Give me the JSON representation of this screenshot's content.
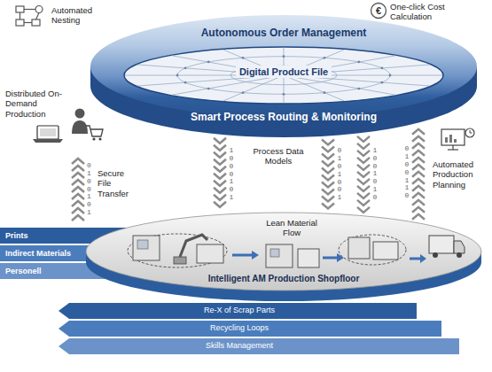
{
  "diagram": {
    "nodes": [
      {
        "text": [
          "Autonomous Order Management",
          "Smart Process Routing & Monitoring"
        ]
      },
      {
        "text": [
          "Digital Product File"
        ],
        "in": 0
      },
      {
        "text": [
          "Prints"
        ]
      },
      {
        "text": [
          "Indirect Materials"
        ]
      },
      {
        "text": [
          "Personell"
        ]
      },
      {
        "text": [
          "Intelligent AM Production Shopfloor"
        ]
      },
      {
        "text": [
          "Re-X of Scrap Parts"
        ]
      },
      {
        "text": [
          "Recycling Loops"
        ]
      },
      {
        "text": [
          "Skills Management"
        ]
      }
    ],
    "edges": [
      {
        "from": 0,
        "to": 5,
        "arrow": "to"
      },
      {
        "from": 0,
        "to": 5,
        "arrow": "to"
      },
      {
        "from": 0,
        "to": 5,
        "arrow": "to"
      },
      {
        "from": 5,
        "to": 0,
        "arrow": "to"
      }
    ],
    "labels": [
      "Automated Nesting",
      "One-click Cost Calculation",
      "Distributed On-Demand Production",
      "Secure File Transfer",
      "Process Data Models",
      "Automated Production Planning",
      "Lean Material Flow",
      "€",
      "0100101",
      "1000101",
      "0101001",
      "1001010",
      "0100110"
    ]
  }
}
